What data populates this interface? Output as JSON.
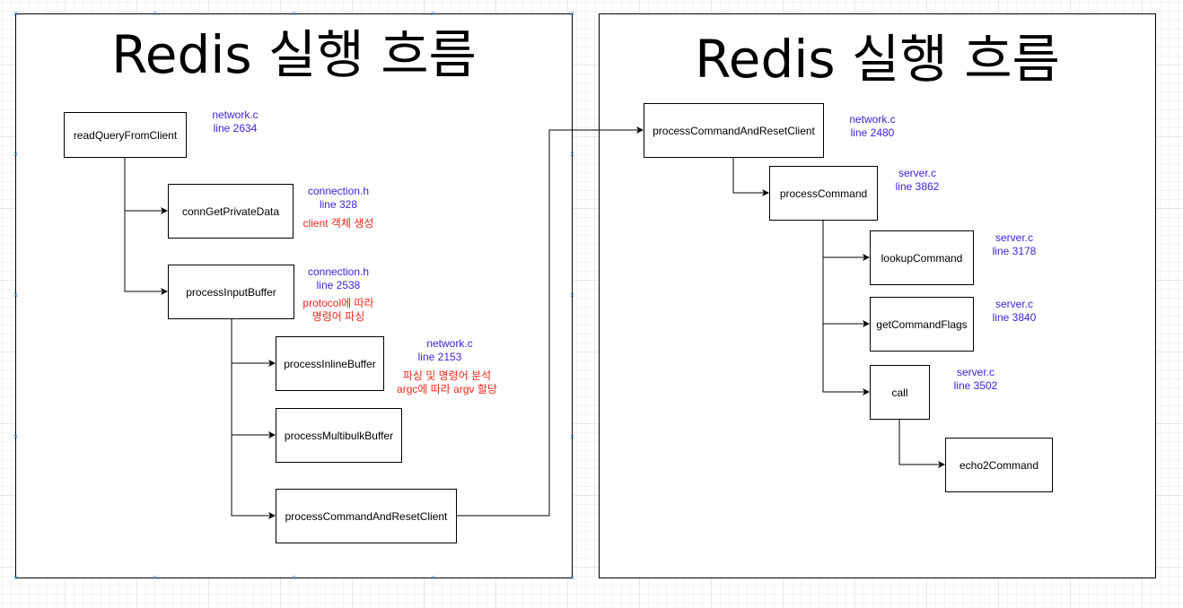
{
  "panels": [
    {
      "title": "Redis 실행 흐름"
    },
    {
      "title": "Redis 실행 흐름"
    }
  ],
  "nodes": {
    "readQueryFromClient": "readQueryFromClient",
    "connGetPrivateData": "connGetPrivateData",
    "processInputBuffer": "processInputBuffer",
    "processInlineBuffer": "processInlineBuffer",
    "processMultibulkBuffer": "processMultibulkBuffer",
    "processCommandAndResetClientLeft": "processCommandAndResetClient",
    "processCommandAndResetClientRight": "processCommandAndResetClient",
    "processCommand": "processCommand",
    "lookupCommand": "lookupCommand",
    "getCommandFlags": "getCommandFlags",
    "call": "call",
    "echo2Command": "echo2Command"
  },
  "notes": {
    "readQueryFromClient": {
      "file": "network.c",
      "line": "line 2634"
    },
    "connGetPrivateData": {
      "file": "connection.h",
      "line": "line 328",
      "desc": [
        "client 객체 생성"
      ]
    },
    "processInputBuffer": {
      "file": "connection.h",
      "line": "line 2538",
      "desc": [
        "protocol에 따라",
        "명령어 파싱"
      ]
    },
    "processInlineBuffer": {
      "file": "network.c",
      "line": "line 2153",
      "desc": [
        "파싱 및 명령어 분석",
        "argc에 따라 argv 할당"
      ]
    },
    "processCommandAndResetClientRight": {
      "file": "network.c",
      "line": "line 2480"
    },
    "processCommand": {
      "file": "server.c",
      "line": "line 3862"
    },
    "lookupCommand": {
      "file": "server.c",
      "line": "line 3178"
    },
    "getCommandFlags": {
      "file": "server.c",
      "line": "line 3840"
    },
    "call": {
      "file": "server.c",
      "line": "line 3502"
    }
  },
  "colors": {
    "source_ref": "#3c1edc",
    "description": "#e8291c",
    "selection_handle": "#3d7bd9",
    "grid": "#e6e6e6"
  },
  "icons": {
    "selection_handle": "x-marker-icon"
  }
}
